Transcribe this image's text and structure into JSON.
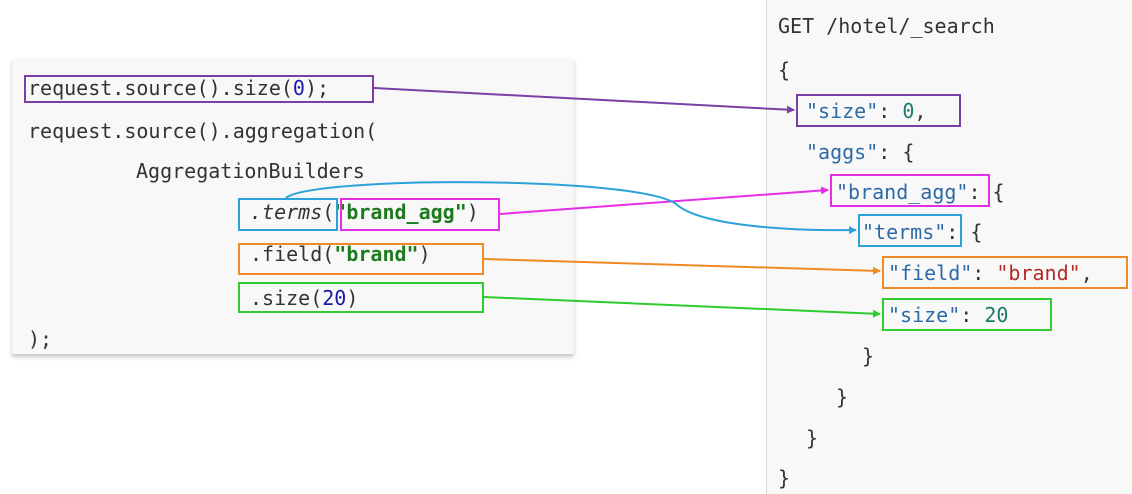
{
  "java_code": {
    "line1_prefix": "request.source().size(",
    "line1_num": "0",
    "line1_suffix": ");",
    "line2": "request.source().aggregation(",
    "line3": "AggregationBuilders",
    "line4_terms_method": ".terms",
    "line4_open": "(",
    "line4_string": "\"brand_agg\"",
    "line4_close": ")",
    "line5_method": ".field(",
    "line5_string": "\"brand\"",
    "line5_close": ")",
    "line6_method": ".size(",
    "line6_num": "20",
    "line6_close": ")",
    "line7": ");"
  },
  "dsl_code": {
    "request_line": "GET /hotel/_search",
    "open_brace": "{",
    "size_key": "\"size\"",
    "size_colon": ": ",
    "size_value": "0",
    "size_comma": ",",
    "aggs_key": "\"aggs\"",
    "aggs_rest": ": {",
    "brand_agg_key": "\"brand_agg\"",
    "brand_agg_rest": ": {",
    "terms_key": "\"terms\"",
    "terms_rest": ": {",
    "field_key": "\"field\"",
    "field_colon": ": ",
    "field_value": "\"brand\"",
    "field_comma": ",",
    "inner_size_key": "\"size\"",
    "inner_size_colon": ": ",
    "inner_size_value": "20",
    "close1": "}",
    "close2": "}",
    "close3": "}",
    "close4": "}"
  },
  "colors": {
    "size_mapping": "#7b3fa6",
    "brand_agg_mapping": "#e62ee6",
    "terms_mapping": "#2ba3d9",
    "field_mapping": "#f08a24",
    "inner_size_mapping": "#2ecc2e"
  }
}
